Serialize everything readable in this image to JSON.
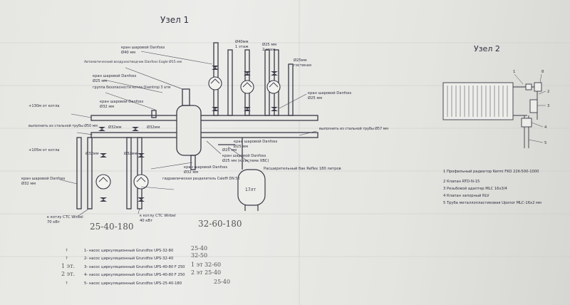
{
  "titles": {
    "node1": "Узел 1",
    "node2": "Узел 2"
  },
  "labels": {
    "d40_top": "Ø40мм",
    "d1_top": "1 этаж",
    "d25_top": "Ø25 мм",
    "d2_top": "2 этаж",
    "d25_right_top": "Ø25мм",
    "d25_right_top2": "гостиная",
    "kran_top": "кран шаровой Danfoss",
    "kran_top_d": "Ø40 мм",
    "air_vent": "Автоматический воздухоотводчик Danfoss Eagle Ø15 мм",
    "kran_air": "кран шаровой Danfoss",
    "kran_air_d": "Ø25 мм",
    "safety_group": "группа безопасности котла Oventrop 3 атм",
    "kran_left_mid": "кран шаровой Danfoss",
    "kran_left_mid_d": "Ø32 мм",
    "kran_right": "кран шаровой Danfoss",
    "kran_right_d": "Ø25 мм",
    "boiler_flow": "+130м от котла",
    "steel_pipe_left": "выполнить из стальной трубы Ø50 мм",
    "steel_pipe_right": "выполнить из стальной трубы Ø57 мм",
    "d32_a": "Ø32мм",
    "d32_b": "Ø32мм",
    "boiler_return": "+105м от котла",
    "d32_c": "Ø32мм",
    "d32_d": "Ø32мм",
    "d25_mid": "Ø25 мм",
    "kran_mid1": "кран шаровой Danfoss",
    "kran_mid1_d": "Ø25 мм",
    "kran_mid2": "кран шаровой Danfoss",
    "kran_mid2_d": "Ø25 мм (к системе ХВС)",
    "kran_lower_mid": "кран шаровой Danfoss",
    "kran_lower_mid_d": "Ø32 мм",
    "hydro_sep": "гидравлическая разделитель Caleffi DN 50",
    "kran_lower_left": "кран шаровой Danfoss",
    "kran_lower_left_d": "Ø32 мм",
    "tank_label": "Расширительный бак Reflex 180 литров",
    "tank_volume": "17лт",
    "to_boiler1": "к котлу СТС Wirbel",
    "to_boiler1_power": "70 кВт",
    "to_boiler2": "к котлу СТС Wirbel",
    "to_boiler2_power": "40 кВт",
    "hw_a": "25-40-180",
    "hw_b": "32-60-180"
  },
  "pumps": [
    {
      "mark": "?",
      "text": "1- насос циркуляционный Grundfos UPS-32-80",
      "note": "25-40"
    },
    {
      "mark": "?",
      "text": "2- насос циркуляционный Grundfos UPS-32-40",
      "note": "32-50"
    },
    {
      "mark": "1 эт.",
      "text": "3- насос циркуляционный Grundfos UPS-40-80 F 250",
      "note": "1 эт  32-60"
    },
    {
      "mark": "2 эт.",
      "text": "4- насос циркуляционный Grundfos UPS-40-80 F 250",
      "note": "2 эт  25-40"
    },
    {
      "mark": "?",
      "text": "5- насос циркуляционный Grundfos UPS-25-40-180",
      "note": "25-40"
    }
  ],
  "legend2": [
    "1  Профильный радиатор Kermi FKO 22K-500-1000",
    "2  Клапан RTD-N-15",
    "3  Резьбовой адаптер MLC 16x3/4",
    "4  Клапан запорный RLV",
    "5  Труба металлопластиковая Uponor MLC-16x2 мм"
  ],
  "numbers2": [
    "1",
    "8",
    "2",
    "3",
    "4",
    "5"
  ]
}
